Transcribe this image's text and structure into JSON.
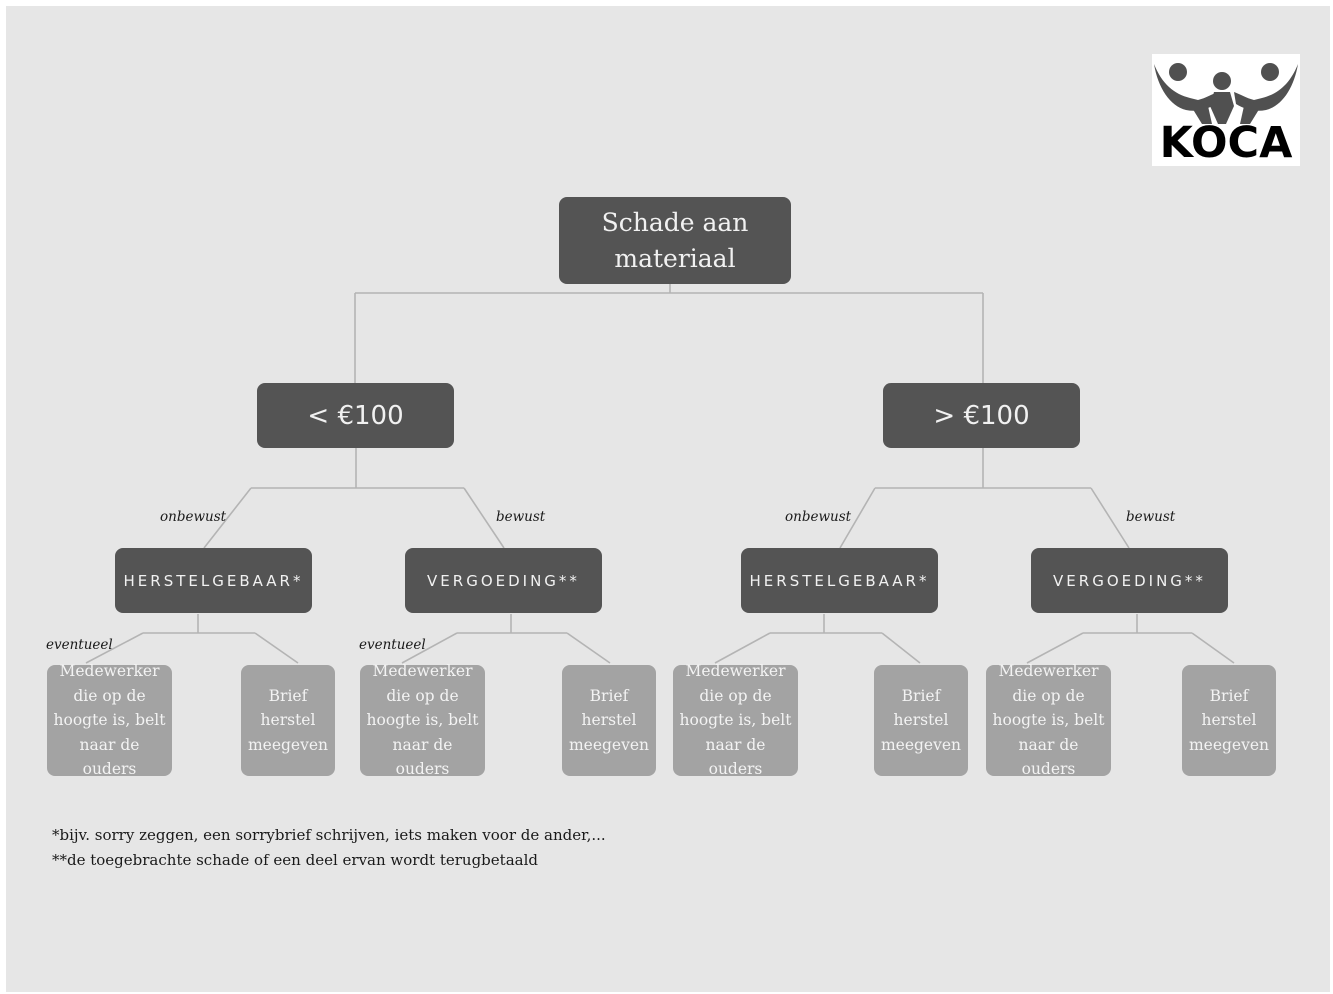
{
  "logo": {
    "text": "KOCA",
    "icon": "people-holding-hands-icon"
  },
  "root": {
    "label_line1": "Schade aan",
    "label_line2": "materiaal"
  },
  "branches": [
    {
      "label": "< €100",
      "children": [
        {
          "edge_label": "onbewust",
          "label": "HERSTELGEBAAR*",
          "leaf_edge_label": "eventueel",
          "leaves": [
            [
              "Medewerker",
              "die op de",
              "hoogte is, belt",
              "naar de ouders"
            ],
            [
              "Brief",
              "herstel",
              "meegeven"
            ]
          ]
        },
        {
          "edge_label": "bewust",
          "label": "VERGOEDING**",
          "leaf_edge_label": "eventueel",
          "leaves": [
            [
              "Medewerker",
              "die op de",
              "hoogte is, belt",
              "naar de ouders"
            ],
            [
              "Brief",
              "herstel",
              "meegeven"
            ]
          ]
        }
      ]
    },
    {
      "label": "> €100",
      "children": [
        {
          "edge_label": "onbewust",
          "label": "HERSTELGEBAAR*",
          "leaves": [
            [
              "Medewerker",
              "die op de",
              "hoogte is, belt",
              "naar de ouders"
            ],
            [
              "Brief",
              "herstel",
              "meegeven"
            ]
          ]
        },
        {
          "edge_label": "bewust",
          "label": "VERGOEDING**",
          "leaves": [
            [
              "Medewerker",
              "die op de",
              "hoogte is, belt",
              "naar de ouders"
            ],
            [
              "Brief",
              "herstel",
              "meegeven"
            ]
          ]
        }
      ]
    }
  ],
  "footnotes": [
    "*bijv. sorry zeggen, een sorrybrief schrijven, iets maken voor de ander,...",
    "**de toegebrachte schade of een deel ervan wordt terugbetaald"
  ]
}
